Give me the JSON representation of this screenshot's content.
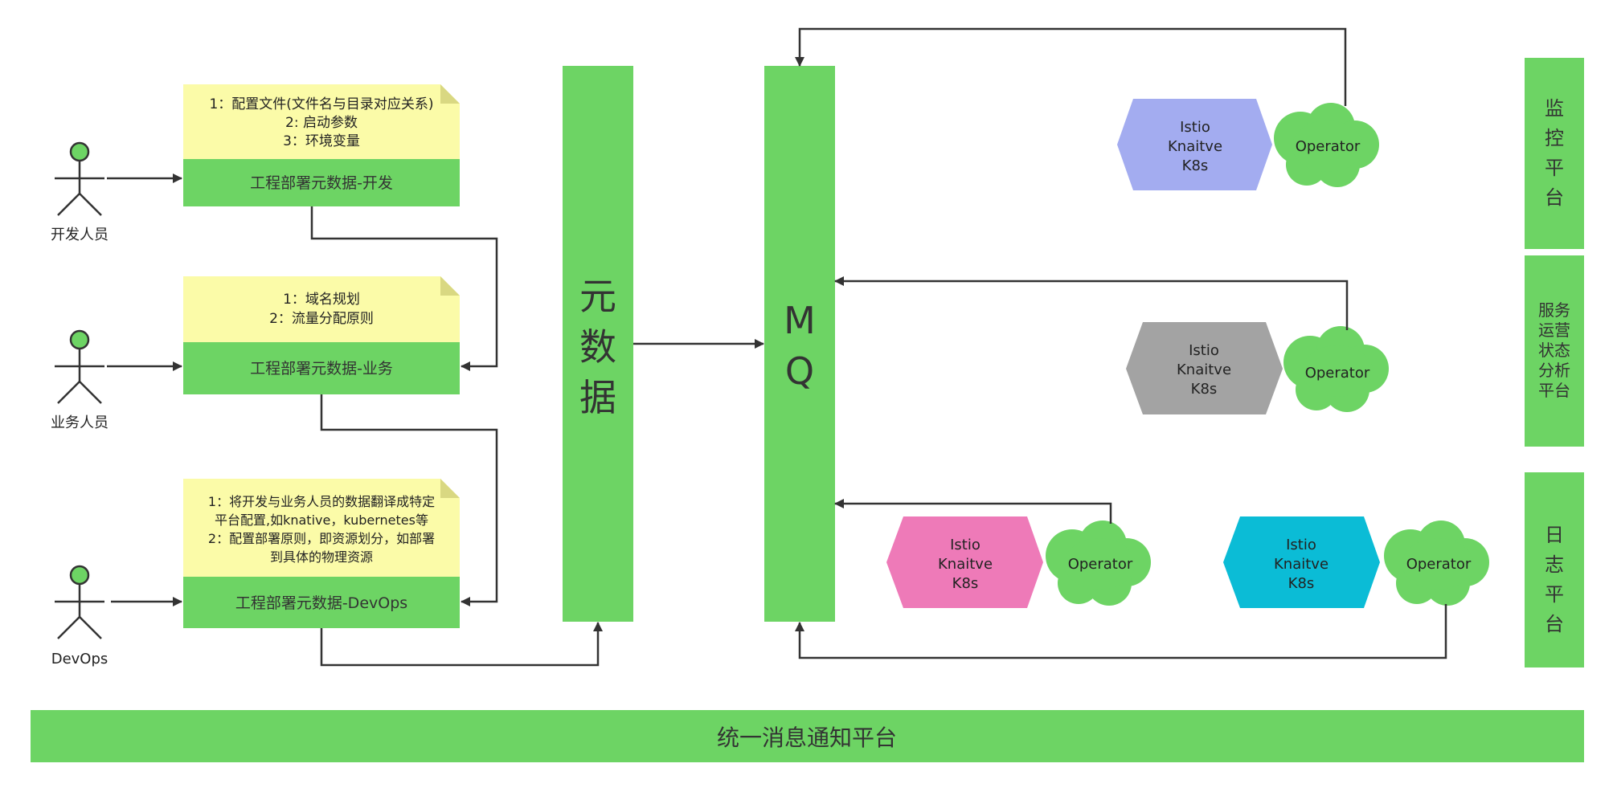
{
  "colors": {
    "green": "#6dd464",
    "note_yellow": "#fbfba8",
    "note_fold": "#d9d882",
    "hex_blue": "#a3acf0",
    "hex_gray": "#a3a3a3",
    "hex_pink": "#ee7ab8",
    "hex_cyan": "#0bbcd6",
    "line": "#333333"
  },
  "actors": [
    {
      "label": "开发人员"
    },
    {
      "label": "业务人员"
    },
    {
      "label": "DevOps"
    }
  ],
  "notes": [
    {
      "lines": [
        "1：配置文件(文件名与目录对应关系)",
        "2: 启动参数",
        "3：环境变量"
      ],
      "title": "工程部署元数据-开发"
    },
    {
      "lines": [
        "1：域名规划",
        "2：流量分配原则"
      ],
      "title": "工程部署元数据-业务"
    },
    {
      "lines": [
        "1：将开发与业务人员的数据翻译成特定",
        "平台配置,如knative，kubernetes等",
        "2：配置部署原则，即资源划分，如部署",
        "到具体的物理资源"
      ],
      "title": "工程部署元数据-DevOps"
    }
  ],
  "metadata_bar": {
    "chars": [
      "元",
      "数",
      "据"
    ]
  },
  "mq_bar": {
    "chars": [
      "M",
      "Q"
    ]
  },
  "clusters": [
    {
      "lines": [
        "Istio",
        "Knaitve",
        "K8s"
      ],
      "operator": "Operator"
    },
    {
      "lines": [
        "Istio",
        "Knaitve",
        "K8s"
      ],
      "operator": "Operator"
    },
    {
      "lines": [
        "Istio",
        "Knaitve",
        "K8s"
      ],
      "operator": "Operator"
    },
    {
      "lines": [
        "Istio",
        "Knaitve",
        "K8s"
      ],
      "operator": "Operator"
    }
  ],
  "right_platforms": [
    {
      "chars": [
        "监",
        "控",
        "平",
        "台"
      ]
    },
    {
      "chars": [
        "服务",
        "运营",
        "状态",
        "分析",
        "平台"
      ]
    },
    {
      "chars": [
        "日",
        "志",
        "平",
        "台"
      ]
    }
  ],
  "bottom_bar": {
    "label": "统一消息通知平台"
  }
}
